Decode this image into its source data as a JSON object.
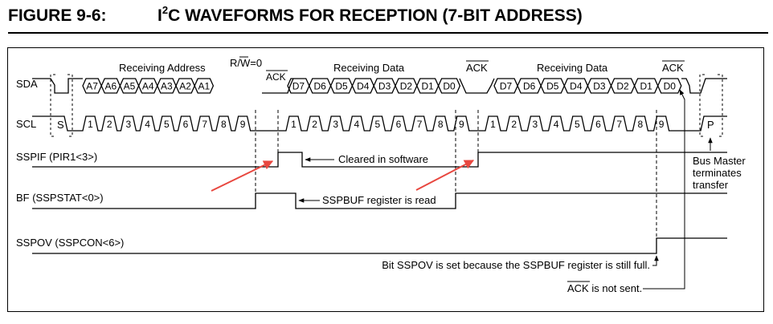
{
  "figure": {
    "number": "FIGURE 9-6:",
    "title_prefix": "I",
    "title_sup": "2",
    "title_rest": "C WAVEFORMS FOR RECEPTION (7-BIT ADDRESS)"
  },
  "signals": {
    "sda": "SDA",
    "scl": "SCL",
    "sspif": "SSPIF (PIR1<3>)",
    "bf": "BF (SSPSTAT<0>)",
    "sspov": "SSPOV (SSPCON<6>)"
  },
  "sections": {
    "receiving_address": "Receiving Address",
    "rw": "R/W=0",
    "receiving_data_1": "Receiving Data",
    "receiving_data_2": "Receiving Data",
    "ack_1": "ACK",
    "ack_2": "ACK",
    "ack_3": "ACK"
  },
  "sda_bits": {
    "address": [
      "A7",
      "A6",
      "A5",
      "A4",
      "A3",
      "A2",
      "A1"
    ],
    "data_1": [
      "D7",
      "D6",
      "D5",
      "D4",
      "D3",
      "D2",
      "D1",
      "D0"
    ],
    "data_2": [
      "D7",
      "D6",
      "D5",
      "D4",
      "D3",
      "D2",
      "D1",
      "D0"
    ]
  },
  "scl_pulses": {
    "group_1": [
      "1",
      "2",
      "3",
      "4",
      "5",
      "6",
      "7",
      "8",
      "9"
    ],
    "group_2": [
      "1",
      "2",
      "3",
      "4",
      "5",
      "6",
      "7",
      "8",
      "9"
    ],
    "group_3": [
      "1",
      "2",
      "3",
      "4",
      "5",
      "6",
      "7",
      "8",
      "9"
    ]
  },
  "conditions": {
    "start": "S",
    "stop": "P"
  },
  "annotations": {
    "cleared_in_software": "Cleared in software",
    "sspbuf_read": "SSPBUF register is read",
    "bus_master": [
      "Bus Master",
      "terminates",
      "transfer"
    ],
    "sspov_set": "Bit SSPOV is set because the SSPBUF register is still full.",
    "ack_not_sent_ack": "ACK",
    "ack_not_sent_rest": " is not sent."
  },
  "colors": {
    "highlight_arrow": "#e8473f",
    "line": "#000000"
  }
}
